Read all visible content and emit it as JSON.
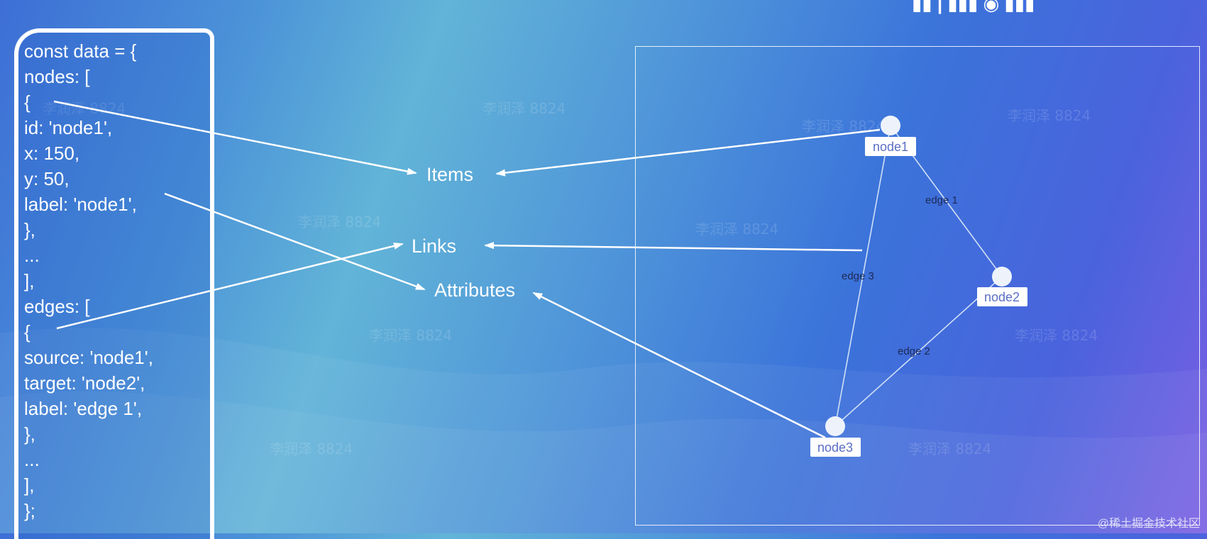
{
  "code": {
    "lines": [
      "const data = {",
      "nodes: [",
      "{",
      "id: 'node1',",
      "x: 150,",
      "y: 50,",
      "label: 'node1',",
      "},",
      "...",
      "],",
      "edges: [",
      "{",
      "source: 'node1',",
      "target: 'node2',",
      "label: 'edge 1',",
      "},",
      "...",
      "],",
      "};"
    ]
  },
  "concepts": {
    "items": "Items",
    "links": "Links",
    "attributes": "Attributes"
  },
  "graph": {
    "nodes": [
      {
        "id": "node1",
        "label": "node1"
      },
      {
        "id": "node2",
        "label": "node2"
      },
      {
        "id": "node3",
        "label": "node3"
      }
    ],
    "edges": [
      {
        "source": "node1",
        "target": "node2",
        "label": "edge 1"
      },
      {
        "source": "node2",
        "target": "node3",
        "label": "edge 2"
      },
      {
        "source": "node3",
        "target": "node1",
        "label": "edge 3"
      }
    ]
  },
  "watermark": "李润泽 8824",
  "footer": "@稀土掘金技术社区",
  "colors": {
    "arrow": "#ffffff",
    "edge": "#cfe0f5",
    "node_fill": "#eef3fb",
    "label_text": "#5b6fc4"
  }
}
